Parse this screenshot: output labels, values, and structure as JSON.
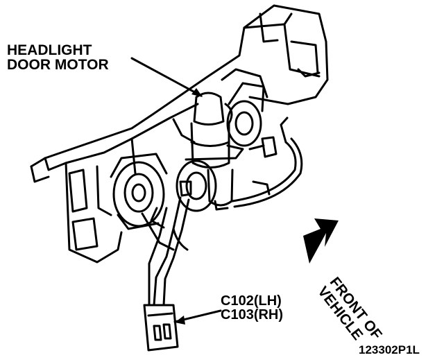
{
  "labels": {
    "motor": [
      "HEADLIGHT",
      "DOOR MOTOR"
    ],
    "connector": [
      "C102(LH)",
      "C103(RH)"
    ],
    "direction": [
      "FRONT OF",
      "VEHICLE"
    ],
    "figure_id": "123302P1L"
  },
  "colors": {
    "ink": "#000000",
    "paper": "#ffffff"
  }
}
